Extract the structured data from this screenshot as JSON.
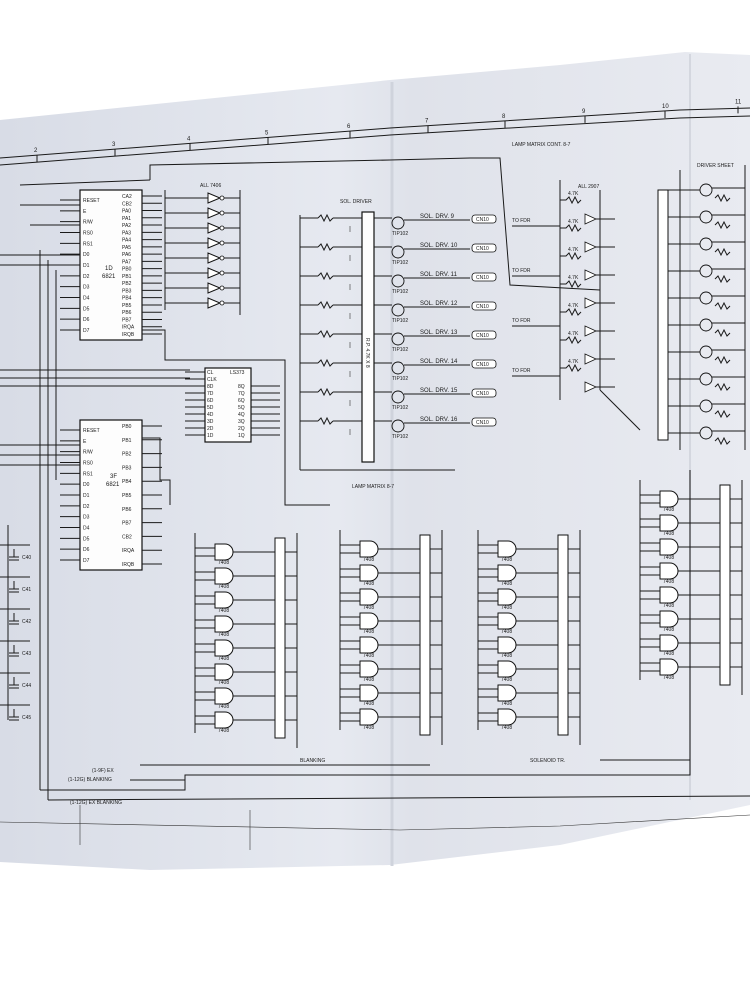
{
  "ruler": [
    "2",
    "3",
    "4",
    "5",
    "6",
    "7",
    "8",
    "9",
    "10",
    "11"
  ],
  "titles": {
    "lamp_matrix_cont": "LAMP MATRIX CONT. 8-7",
    "lamp_matrix": "LAMP MATRIX 8-7",
    "all_7406": "ALL 7406",
    "driver_note": "SOL. DRIVER",
    "all_2907": "ALL 2907",
    "driver_top_right": "DRIVER SHEET"
  },
  "pia_upper": {
    "name": "6821",
    "ref": "1D",
    "left_pins": [
      "RESET",
      "E",
      "R/W",
      "RS0",
      "RS1",
      "D0",
      "D1",
      "D2",
      "D3",
      "D4",
      "D5",
      "D6",
      "D7"
    ],
    "right_pins": [
      "CA2",
      "CB2",
      "PA0",
      "PA1",
      "PA2",
      "PA3",
      "PA4",
      "PA5",
      "PA6",
      "PA7",
      "PB0",
      "PB1",
      "PB2",
      "PB3",
      "PB4",
      "PB5",
      "PB6",
      "PB7",
      "IRQA",
      "IRQB"
    ]
  },
  "pia_lower": {
    "name": "6821",
    "ref": "3F",
    "left_pins": [
      "RESET",
      "E",
      "R/W",
      "RS0",
      "RS1",
      "D0",
      "D1",
      "D2",
      "D3",
      "D4",
      "D5",
      "D6",
      "D7"
    ],
    "right_pins": [
      "PB0",
      "PB1",
      "PB2",
      "PB3",
      "PB4",
      "PB5",
      "PB6",
      "PB7",
      "CB2",
      "IRQA",
      "IRQB"
    ]
  },
  "latch": {
    "name": "LS373",
    "left_pins": [
      "CL",
      "CLK",
      "8D",
      "7D",
      "6D",
      "5D",
      "4D",
      "3D",
      "2D",
      "1D"
    ],
    "right_pins": [
      "8Q",
      "7Q",
      "6Q",
      "5Q",
      "4Q",
      "3Q",
      "2Q",
      "1Q"
    ]
  },
  "solenoids": [
    {
      "label": "SOL. DRV. 9",
      "code": "CN10"
    },
    {
      "label": "SOL. DRV. 10",
      "code": "CN10"
    },
    {
      "label": "SOL. DRV. 11",
      "code": "CN10"
    },
    {
      "label": "SOL. DRV. 12",
      "code": "CN10"
    },
    {
      "label": "SOL. DRV. 13",
      "code": "CN10"
    },
    {
      "label": "SOL. DRV. 14",
      "code": "CN10"
    },
    {
      "label": "SOL. DRV. 15",
      "code": "CN10"
    },
    {
      "label": "SOL. DRV. 16",
      "code": "CN10"
    }
  ],
  "transistor_labels": [
    "TIP102",
    "TIP102",
    "TIP102",
    "TIP102",
    "TIP102",
    "TIP102",
    "TIP102",
    "TIP102"
  ],
  "gate_part": "7408",
  "resistor_value": "4.7K",
  "flipper_inputs": [
    "TO FDR",
    "TO FDR",
    "TO FDR",
    "TO FDR"
  ],
  "capacitors": [
    "C40",
    "C41",
    "C42",
    "C43",
    "C44",
    "C45"
  ],
  "sip_label": "R.P. 4.7K X 8",
  "signals": [
    "(1-9F) EX",
    "(1-12G) BLANKING",
    "(1-12G) EX BLANKING"
  ],
  "bus_labels": [
    "BLANKING",
    "SOLENOID TR."
  ]
}
